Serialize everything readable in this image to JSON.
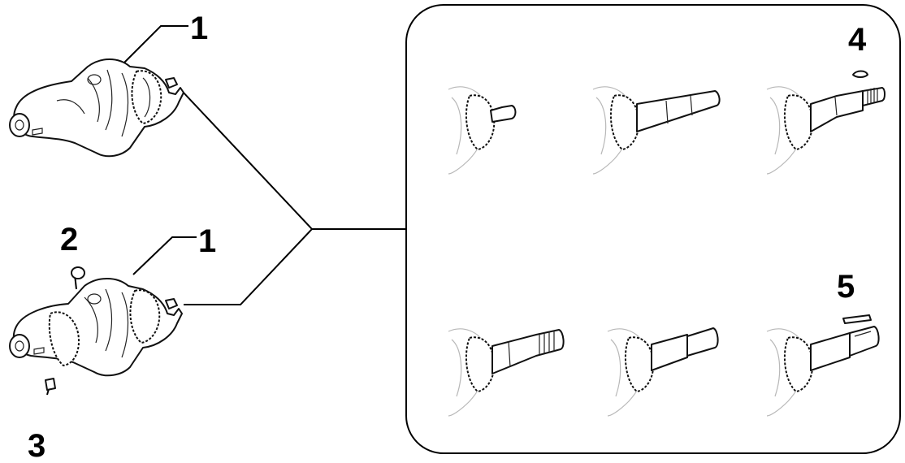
{
  "callouts": {
    "c1_top": "1",
    "c1_bottom": "1",
    "c2": "2",
    "c3": "3",
    "c4": "4",
    "c5": "5"
  },
  "colors": {
    "line": "#000000",
    "background": "#ffffff",
    "ghost": "#b8b8b8"
  },
  "variants_panel": {
    "variants": [
      {
        "end_type": "short stub with small pin"
      },
      {
        "end_type": "long plain taper"
      },
      {
        "end_type": "threaded end with woodruff key",
        "callout": "4"
      },
      {
        "end_type": "threaded taper"
      },
      {
        "end_type": "stepped plain shaft"
      },
      {
        "end_type": "stepped shaft with parallel key",
        "callout": "5"
      }
    ]
  }
}
